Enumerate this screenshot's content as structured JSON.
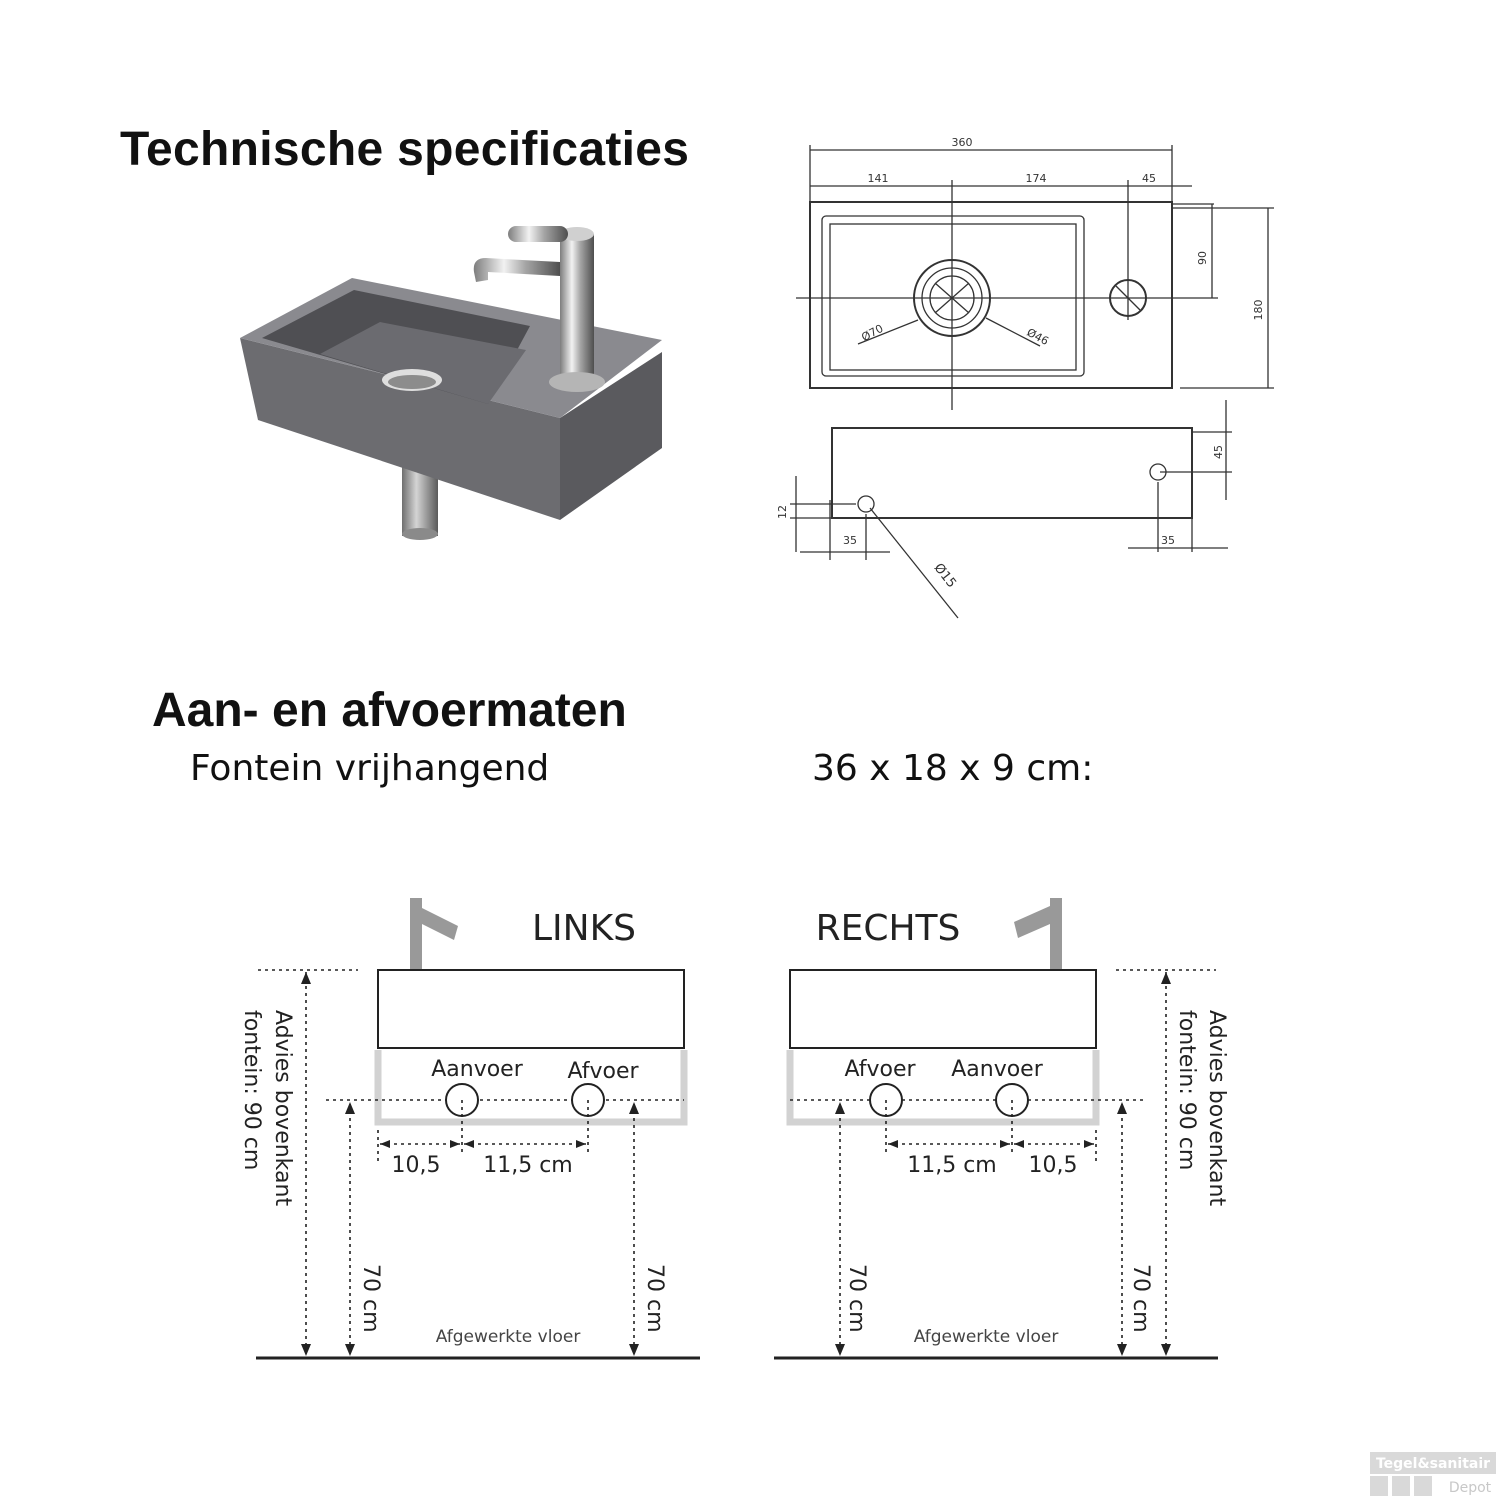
{
  "headings": {
    "technical": "Technische specificaties",
    "connections": "Aan- en afvoermaten",
    "subtitle": "Fontein vrijhangend",
    "dimensions": "36 x 18 x 9 cm:"
  },
  "drawing": {
    "total_width": "360",
    "left_offset": "141",
    "middle_offset": "174",
    "right_offset": "45",
    "height_90": "90",
    "height_180": "180",
    "drain_dia": "Ø70",
    "drain_inner_dia": "Ø46",
    "front_height": "45",
    "front_12": "12",
    "front_left_35": "35",
    "front_right_35": "35",
    "hole_dia": "Ø15"
  },
  "install": {
    "left": {
      "title": "LINKS",
      "supply": "Aanvoer",
      "drain": "Afvoer",
      "dim_edge": "10,5",
      "dim_between": "11,5 cm",
      "advice": "Advies bovenkant fontein: 90 cm",
      "advice_line1": "Advies bovenkant",
      "advice_line2": "fontein: 90 cm",
      "height_left": "70 cm",
      "height_right": "70 cm",
      "floor": "Afgewerkte vloer"
    },
    "right": {
      "title": "RECHTS",
      "supply": "Aanvoer",
      "drain": "Afvoer",
      "dim_edge": "10,5",
      "dim_between": "11,5 cm",
      "advice_line1": "Advies bovenkant",
      "advice_line2": "fontein: 90 cm",
      "height_left": "70 cm",
      "height_right": "70 cm",
      "floor": "Afgewerkte vloer"
    }
  },
  "logo": {
    "line1": "Tegel&sanitair",
    "line2": "Depot"
  },
  "colors": {
    "sink_gray": "#6e6e72",
    "pipe_gray": "#9a9a9a",
    "outline": "#333333",
    "light_outline": "#cfcfcf"
  }
}
